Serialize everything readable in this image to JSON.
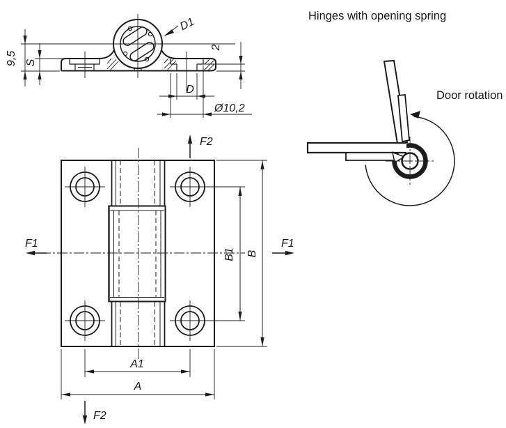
{
  "header": {
    "title": "Hinges with opening spring"
  },
  "door_rotation": {
    "label": "Door rotation"
  },
  "dims": {
    "d1": "D1",
    "height": "9,5",
    "s": "S",
    "edge": "2",
    "d": "D",
    "cbore": "Ø10,2",
    "f2": "F2",
    "f1": "F1",
    "b1": "B1",
    "b": "B",
    "a1": "A1",
    "a": "A"
  },
  "colors": {
    "line": "#1c1c1c",
    "background": "#ffffff"
  }
}
